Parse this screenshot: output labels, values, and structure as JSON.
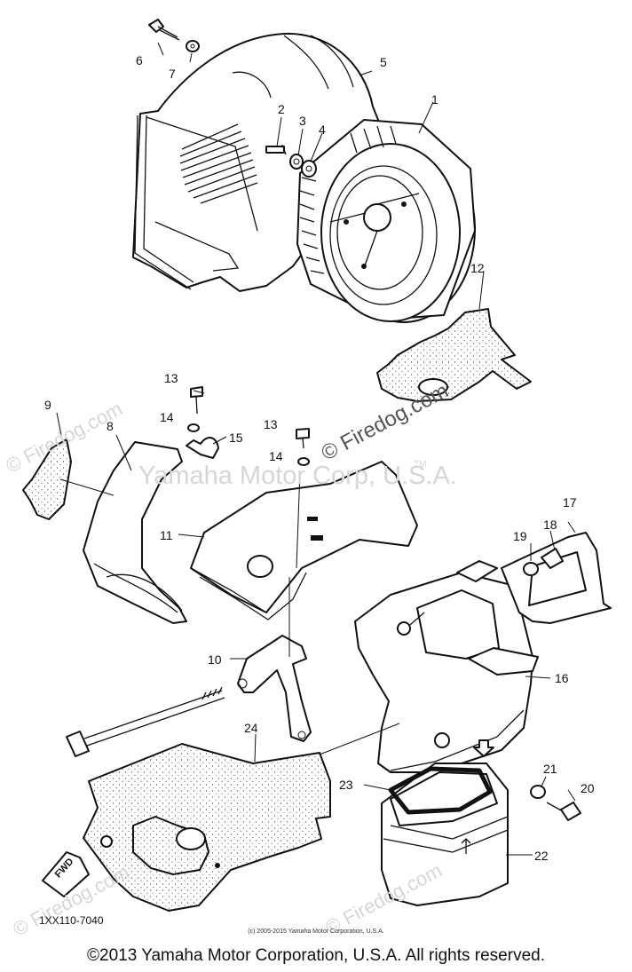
{
  "callouts": [
    {
      "n": "1"
    },
    {
      "n": "2"
    },
    {
      "n": "3"
    },
    {
      "n": "4"
    },
    {
      "n": "5"
    },
    {
      "n": "6"
    },
    {
      "n": "7"
    },
    {
      "n": "8"
    },
    {
      "n": "9"
    },
    {
      "n": "10"
    },
    {
      "n": "11"
    },
    {
      "n": "12"
    },
    {
      "n": "13"
    },
    {
      "n": "14"
    },
    {
      "n": "13"
    },
    {
      "n": "14"
    },
    {
      "n": "15"
    },
    {
      "n": "16"
    },
    {
      "n": "17"
    },
    {
      "n": "18"
    },
    {
      "n": "19"
    },
    {
      "n": "20"
    },
    {
      "n": "21"
    },
    {
      "n": "22"
    },
    {
      "n": "23"
    },
    {
      "n": "24"
    }
  ],
  "fwd_label": "FWD",
  "diagram_code": "1XX110-7040",
  "watermark_main": "Yamaha Motor Corp, U.S.A.",
  "watermark_tm": "TM",
  "watermark_site": "© Firedog.com",
  "source_credit": "(c) 2005-2015 Yamaha Motor Corporation, U.S.A.",
  "copyright": "©2013 Yamaha Motor Corporation, U.S.A. All rights reserved."
}
